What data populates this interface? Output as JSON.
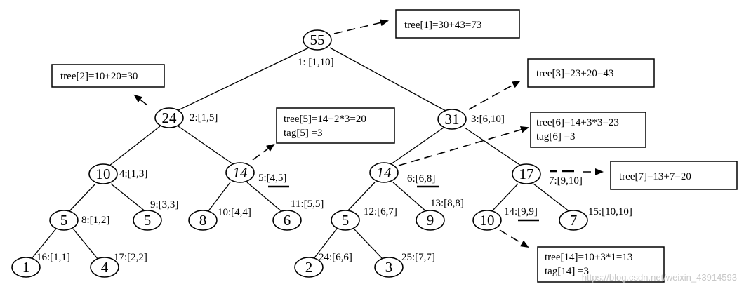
{
  "colors": {
    "ink": "#000000",
    "background": "#ffffff",
    "watermark": "#c8c8c8"
  },
  "nodes": [
    {
      "id": "n1",
      "value": "55",
      "label": "1: [1,10]"
    },
    {
      "id": "n2",
      "value": "24",
      "label": "2:[1,5]"
    },
    {
      "id": "n3",
      "value": "31",
      "label": "3:[6,10]"
    },
    {
      "id": "n4",
      "value": "10",
      "label": "4:[1,3]"
    },
    {
      "id": "n5",
      "value": "14",
      "label": "5:[4,5]"
    },
    {
      "id": "n6",
      "value": "14",
      "label": "6:[6,8]"
    },
    {
      "id": "n7",
      "value": "17",
      "label": "7:[9,10]"
    },
    {
      "id": "n8",
      "value": "5",
      "label": "8:[1,2]"
    },
    {
      "id": "n9",
      "value": "5",
      "label": "9:[3,3]"
    },
    {
      "id": "n10",
      "value": "8",
      "label": "10:[4,4]"
    },
    {
      "id": "n11",
      "value": "6",
      "label": "11:[5,5]"
    },
    {
      "id": "n12",
      "value": "5",
      "label": "12:[6,7]"
    },
    {
      "id": "n13",
      "value": "9",
      "label": "13:[8,8]"
    },
    {
      "id": "n14",
      "value": "10",
      "label": "14:[9,9]"
    },
    {
      "id": "n15",
      "value": "7",
      "label": "15:[10,10]"
    },
    {
      "id": "n16",
      "value": "1",
      "label": "16:[1,1]"
    },
    {
      "id": "n17",
      "value": "4",
      "label": "17:[2,2]"
    },
    {
      "id": "n24",
      "value": "2",
      "label": "24:[6,6]"
    },
    {
      "id": "n25",
      "value": "3",
      "label": "25:[7,7]"
    }
  ],
  "boxes": {
    "tree1": [
      "tree[1]=30+43=73"
    ],
    "tree2": [
      "tree[2]=10+20=30"
    ],
    "tree3": [
      "tree[3]=23+20=43"
    ],
    "tree5": [
      "tree[5]=14+2*3=20",
      "tag[5] =3"
    ],
    "tree6": [
      "tree[6]=14+3*3=23",
      "tag[6] =3"
    ],
    "tree7": [
      "tree[7]=13+7=20"
    ],
    "tree14": [
      "tree[14]=10+3*1=13",
      "tag[14] =3"
    ]
  },
  "watermark": "https://blog.csdn.net/weixin_43914593"
}
